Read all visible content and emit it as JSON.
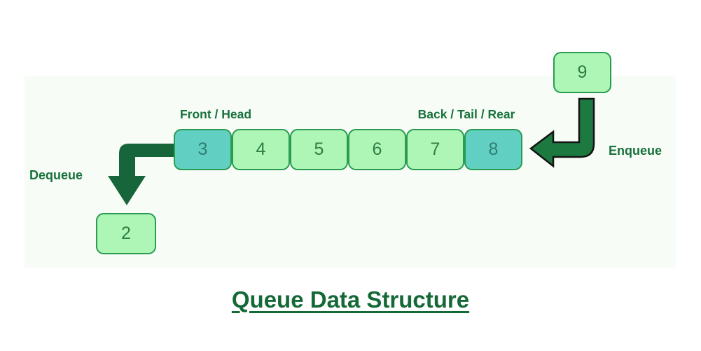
{
  "title": "Queue Data Structure",
  "diagram": {
    "front_label": "Front / Head",
    "back_label": "Back / Tail / Rear",
    "dequeue_label": "Dequeue",
    "enqueue_label": "Enqueue",
    "queue_cells": [
      {
        "value": "3",
        "variant": "teal"
      },
      {
        "value": "4",
        "variant": "green"
      },
      {
        "value": "5",
        "variant": "green"
      },
      {
        "value": "6",
        "variant": "green"
      },
      {
        "value": "7",
        "variant": "green"
      },
      {
        "value": "8",
        "variant": "teal"
      }
    ],
    "enqueue_item": "9",
    "dequeue_item": "2"
  },
  "colors": {
    "dark_green": "#156937",
    "label_green": "#17713b",
    "panel_bg": "#f7fcf7",
    "cell_green_fill": "#aef6b6",
    "cell_teal_fill": "#62cfc3",
    "cell_border": "#2a9b52",
    "digit_green": "#2f7e45",
    "digit_teal": "#2e7f72",
    "arrow_dequeue_fill": "#17653a",
    "arrow_enqueue_fill": "#1c7a40",
    "arrow_outline": "#141414"
  }
}
